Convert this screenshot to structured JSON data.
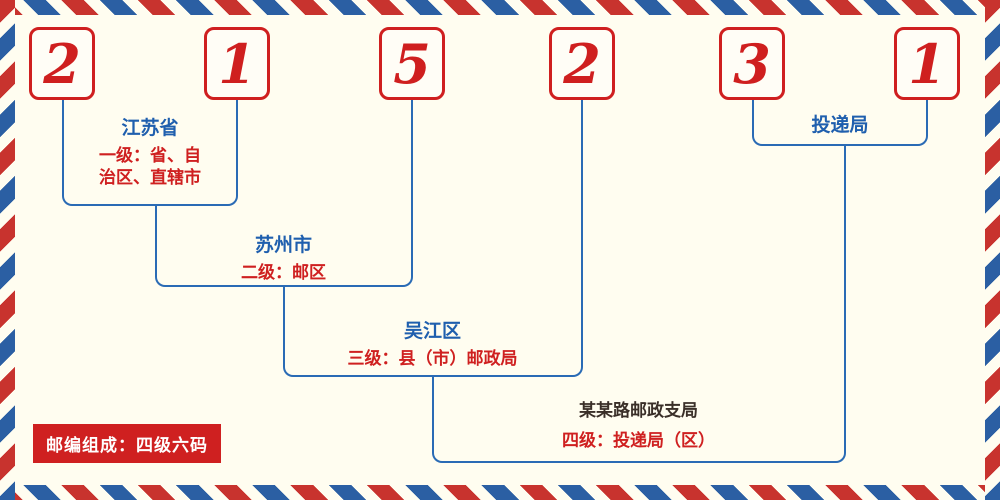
{
  "digits": [
    "2",
    "1",
    "5",
    "2",
    "3",
    "1"
  ],
  "annotations": {
    "level1": {
      "name": "江苏省",
      "desc1": "一级：省、自",
      "desc2": "治区、直辖市"
    },
    "level2": {
      "name": "苏州市",
      "desc": "二级：邮区"
    },
    "level3": {
      "name": "吴江区",
      "desc": "三级：县（市）邮政局"
    },
    "level4": {
      "name": "某某路邮政支局",
      "desc": "四级：投递局（区）"
    },
    "delivery": {
      "name": "投递局"
    }
  },
  "footer_badge": "邮编组成：四级六码",
  "colors": {
    "digit_red": "#cf1f1f",
    "line_blue": "#2a6bb5",
    "label_blue": "#1f5fae",
    "label_red": "#cf2020",
    "badge_bg": "#cf2020",
    "stripe_red": "#c8332e",
    "stripe_blue": "#2b5fa3",
    "background": "#fffdf0"
  }
}
